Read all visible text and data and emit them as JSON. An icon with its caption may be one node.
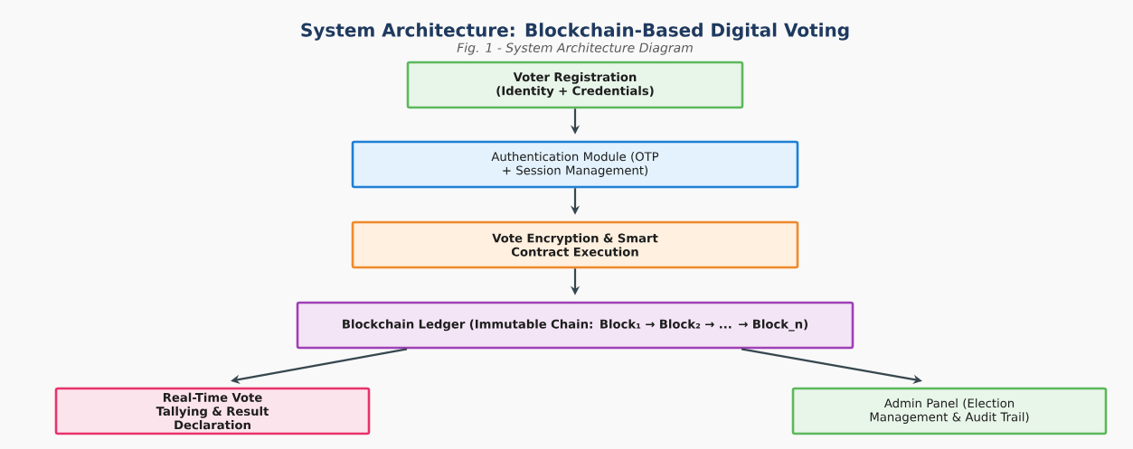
{
  "diagram": {
    "title": "System Architecture: Blockchain-Based Digital Voting",
    "caption": "Fig. 1 - System Architecture Diagram",
    "nodes": [
      {
        "text": [
          "Voter Registration (Identity + Credentials)"
        ]
      },
      {
        "text": [
          "Authentication Module (OTP + Session Management)"
        ]
      },
      {
        "text": [
          "Vote Encryption & Smart Contract Execution"
        ]
      },
      {
        "text": [
          "Blockchain Ledger (Immutable Chain: Block₁ → Block₂ → ... → Block_n)"
        ]
      },
      {
        "text": [
          "Real-Time Vote Tallying & Result Declaration"
        ]
      },
      {
        "text": [
          "Admin Panel (Election Management & Audit Trail)"
        ]
      }
    ],
    "edges": [
      {
        "from": 0,
        "to": 1,
        "arrow": "to"
      },
      {
        "from": 1,
        "to": 2,
        "arrow": "to"
      },
      {
        "from": 2,
        "to": 3,
        "arrow": "to"
      },
      {
        "from": 3,
        "to": 4,
        "arrow": "to"
      },
      {
        "from": 3,
        "to": 5,
        "arrow": "to"
      }
    ]
  }
}
